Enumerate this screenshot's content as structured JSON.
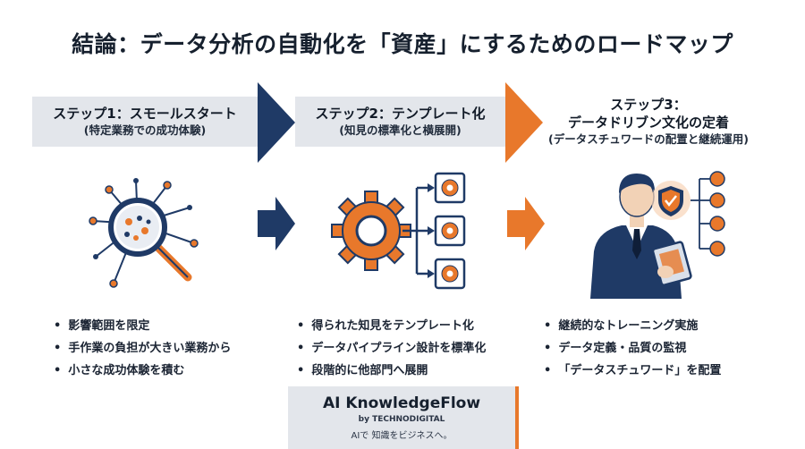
{
  "title": "結論：データ分析の自動化を「資産」にするためのロードマップ",
  "steps": [
    {
      "title": "ステップ1：スモールスタート",
      "subtitle": "(特定業務での成功体験)",
      "bullets": [
        "影響範囲を限定",
        "手作業の負担が大きい業務から",
        "小さな成功体験を積む"
      ]
    },
    {
      "title": "ステップ2：テンプレート化",
      "subtitle": "(知見の標準化と横展開)",
      "bullets": [
        "得られた知見をテンプレート化",
        "データパイプライン設計を標準化",
        "段階的に他部門へ展開"
      ]
    },
    {
      "title_line1": "ステップ3：",
      "title_line2": "データドリブン文化の定着",
      "subtitle": "(データスチュワードの配置と継続運用)",
      "bullets": [
        "継続的なトレーニング実施",
        "データ定義・品質の監視",
        "「データスチュワード」を配置"
      ]
    }
  ],
  "brand": {
    "name": "AI KnowledgeFlow",
    "by": "by TECHNODIGITAL",
    "tagline": "AIで 知識をビジネスへ。"
  },
  "colors": {
    "navy": "#1f3a66",
    "orange": "#e8782b",
    "gray_banner": "#e3e6eb"
  },
  "icons": [
    "magnifier-analysis-icon",
    "gear-template-icon",
    "data-steward-icon"
  ]
}
